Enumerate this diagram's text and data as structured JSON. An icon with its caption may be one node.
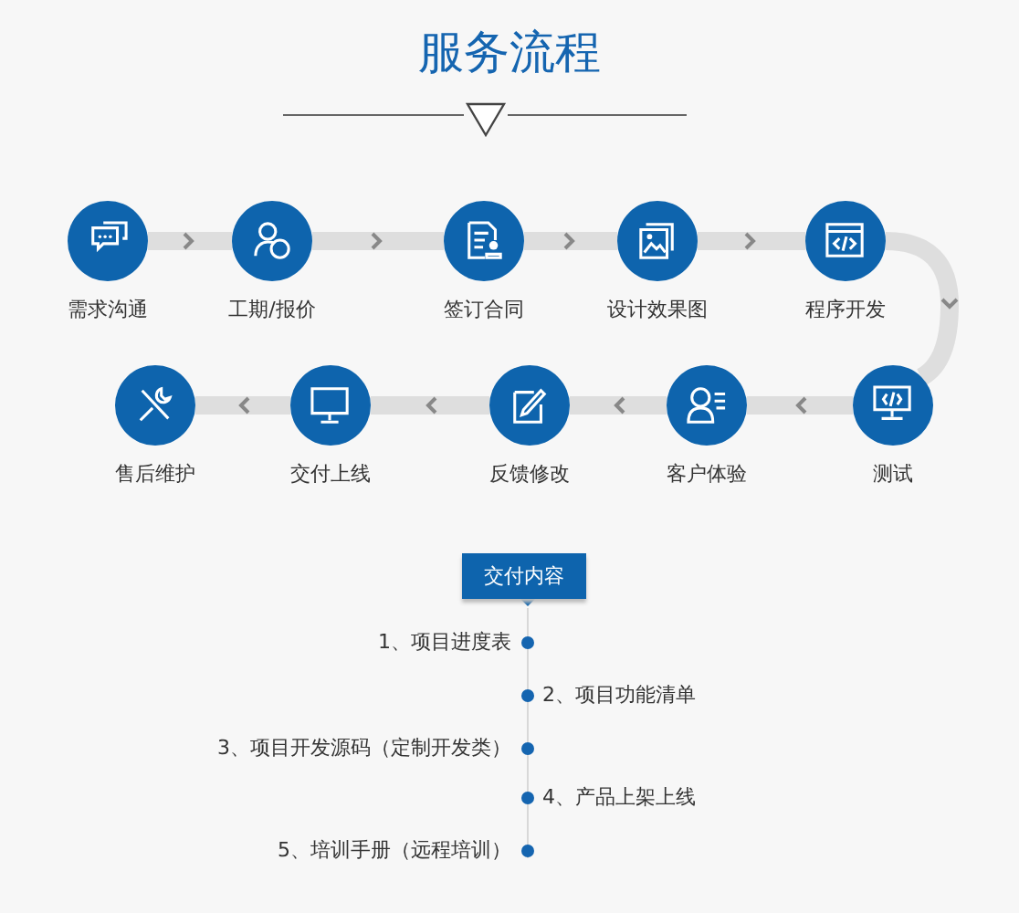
{
  "diagram": {
    "title": "服务流程",
    "nodes": [
      {
        "text": [
          "需求沟通"
        ]
      },
      {
        "text": [
          "工期/报价"
        ]
      },
      {
        "text": [
          "签订合同"
        ]
      },
      {
        "text": [
          "设计效果图"
        ]
      },
      {
        "text": [
          "程序开发"
        ]
      },
      {
        "text": [
          "售后维护"
        ]
      },
      {
        "text": [
          "交付上线"
        ]
      },
      {
        "text": [
          "反馈修改"
        ]
      },
      {
        "text": [
          "客户体验"
        ]
      },
      {
        "text": [
          "测试"
        ]
      },
      {
        "text": [
          "交付内容"
        ]
      }
    ],
    "edges": [
      {
        "from": 0,
        "to": 1,
        "arrow": "to"
      },
      {
        "from": 1,
        "to": 2,
        "arrow": "to"
      },
      {
        "from": 2,
        "to": 3,
        "arrow": "to"
      },
      {
        "from": 3,
        "to": 4,
        "arrow": "to"
      },
      {
        "from": 4,
        "to": 9,
        "arrow": "to"
      },
      {
        "from": 9,
        "to": 8,
        "arrow": "to"
      },
      {
        "from": 8,
        "to": 7,
        "arrow": "to"
      },
      {
        "from": 7,
        "to": 6,
        "arrow": "to"
      },
      {
        "from": 6,
        "to": 5,
        "arrow": "to"
      }
    ],
    "labels": [
      "1、项目进度表",
      "2、项目功能清单",
      "3、项目开发源码（定制开发类）",
      "4、产品上架上线",
      "5、培训手册（远程培训）"
    ]
  }
}
